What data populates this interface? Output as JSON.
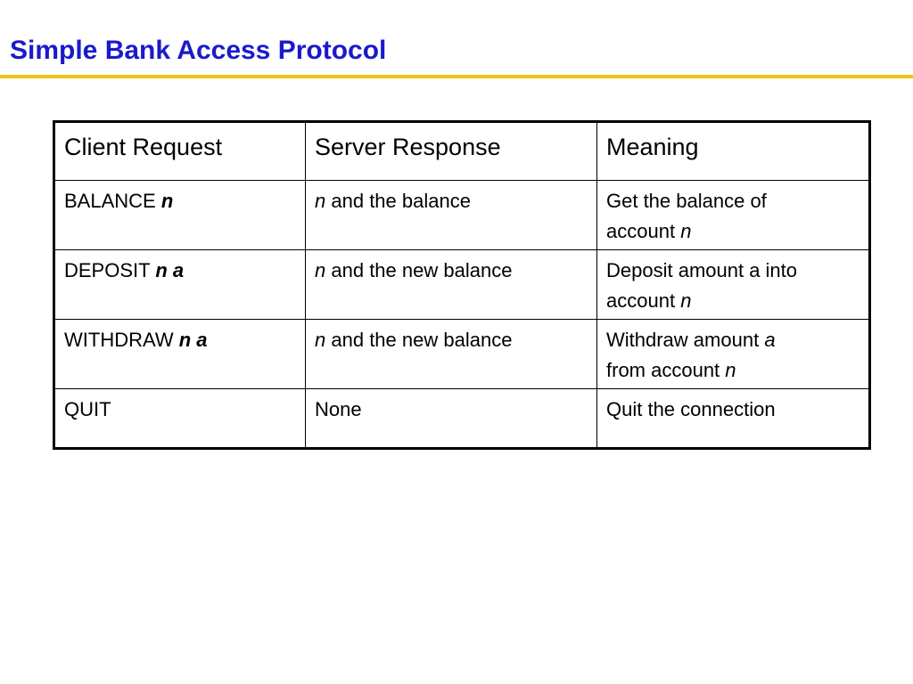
{
  "slide": {
    "title": "Simple Bank Access Protocol"
  },
  "table": {
    "headers": [
      "Client Request",
      "Server Response",
      "Meaning"
    ],
    "rows": [
      {
        "request": {
          "command": "BALANCE",
          "args": "n"
        },
        "response": {
          "var": "n",
          "text": "and the balance"
        },
        "meaning": {
          "line1": "Get the balance of",
          "prefix": "account",
          "var": "n",
          "rest": ""
        }
      },
      {
        "request": {
          "command": "DEPOSIT",
          "args": "n a"
        },
        "response": {
          "var": "n",
          "text": "and the new balance"
        },
        "meaning": {
          "line1": "Deposit amount a into",
          "prefix": "account",
          "var": "n",
          "rest": ""
        }
      },
      {
        "request": {
          "command": "WITHDRAW",
          "args": "n a"
        },
        "response": {
          "var": "n",
          "text": "and the new balance"
        },
        "meaning": {
          "line1a": "Withdraw amount",
          "line1var": "a",
          "prefix": "from account",
          "var": "n"
        }
      },
      {
        "request": {
          "command": "QUIT",
          "args": ""
        },
        "response": {
          "var": "",
          "text": "None"
        },
        "meaning": {
          "text": "Quit the connection"
        }
      }
    ]
  },
  "colors": {
    "title": "#1a1acc",
    "rule": "#f0c419",
    "border": "#000000"
  }
}
